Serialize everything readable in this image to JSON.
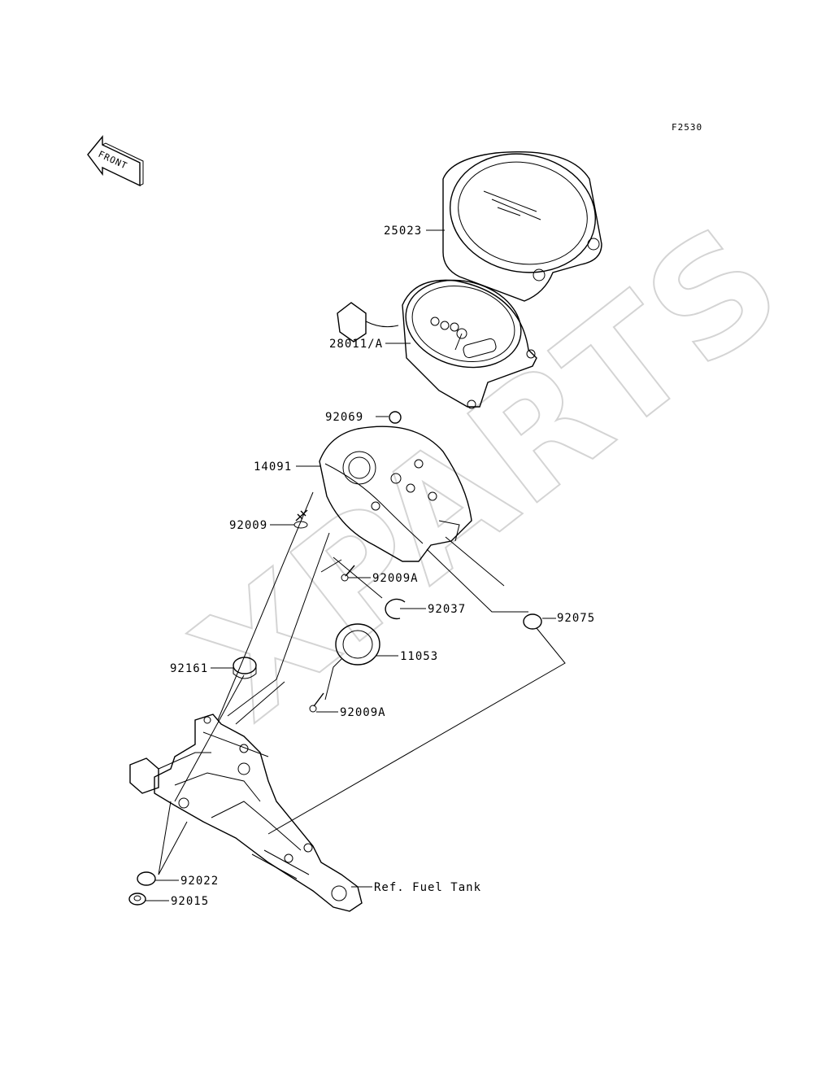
{
  "figure_code": "F2530",
  "front_arrow_text": "FRONT",
  "callouts": [
    {
      "id": "c25023",
      "text": "25023"
    },
    {
      "id": "c28011",
      "text": "28011/A"
    },
    {
      "id": "c92069",
      "text": "92069"
    },
    {
      "id": "c14091",
      "text": "14091"
    },
    {
      "id": "c92009",
      "text": "92009"
    },
    {
      "id": "c92009a1",
      "text": "92009A"
    },
    {
      "id": "c92037",
      "text": "92037"
    },
    {
      "id": "c92075",
      "text": "92075"
    },
    {
      "id": "c11053",
      "text": "11053"
    },
    {
      "id": "c92161",
      "text": "92161"
    },
    {
      "id": "c92009a2",
      "text": "92009A"
    },
    {
      "id": "c92022",
      "text": "92022"
    },
    {
      "id": "c92015",
      "text": "92015"
    },
    {
      "id": "cref",
      "text": "Ref. Fuel Tank"
    }
  ],
  "watermark_text": "XPARTS"
}
